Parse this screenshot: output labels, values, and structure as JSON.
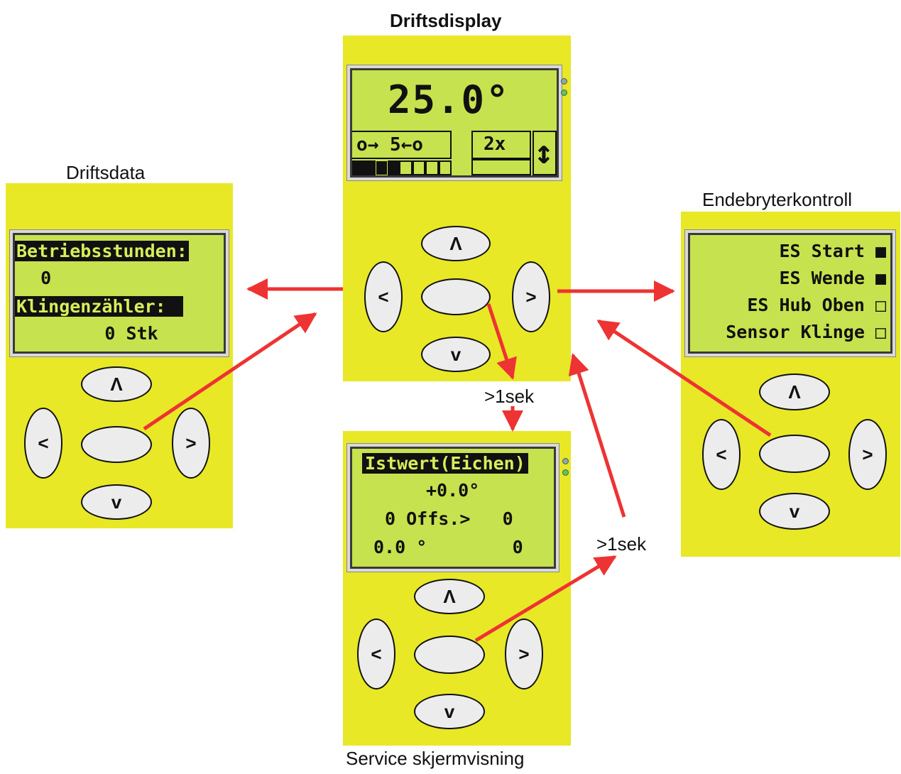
{
  "titles": {
    "center": "Driftsdisplay",
    "left": "Driftsdata",
    "right": "Endebryterkontroll",
    "bottom": "Service skjermvisning"
  },
  "timing": {
    "a": ">1sek",
    "b": ">1sek"
  },
  "buttons": {
    "up": "Λ",
    "left": "<",
    "right": ">",
    "down": "v",
    "center": ""
  },
  "driftsdisplay": {
    "angle": "25.0°",
    "clamp": "o→ 5←o",
    "mult": "2x",
    "updown_icon": "↕"
  },
  "driftsdata": {
    "line1": "Betriebsstunden:",
    "line2": "  0",
    "line3": "Klingenzähler:",
    "line4": "        0 Stk"
  },
  "endebryter": {
    "line1": "ES Start ■",
    "line2": "ES Wende ■",
    "line3": "ES Hub Oben □",
    "line4": "Sensor Klinge □"
  },
  "service": {
    "line1": "Istwert(Eichen)",
    "line2": "+0.0°",
    "line3": "0 Offs.>   0",
    "line4": "0.0 °        0"
  },
  "colors": {
    "panel": "#e8e826",
    "lcd": "#c7e24f",
    "arrow": "#ee3333"
  }
}
